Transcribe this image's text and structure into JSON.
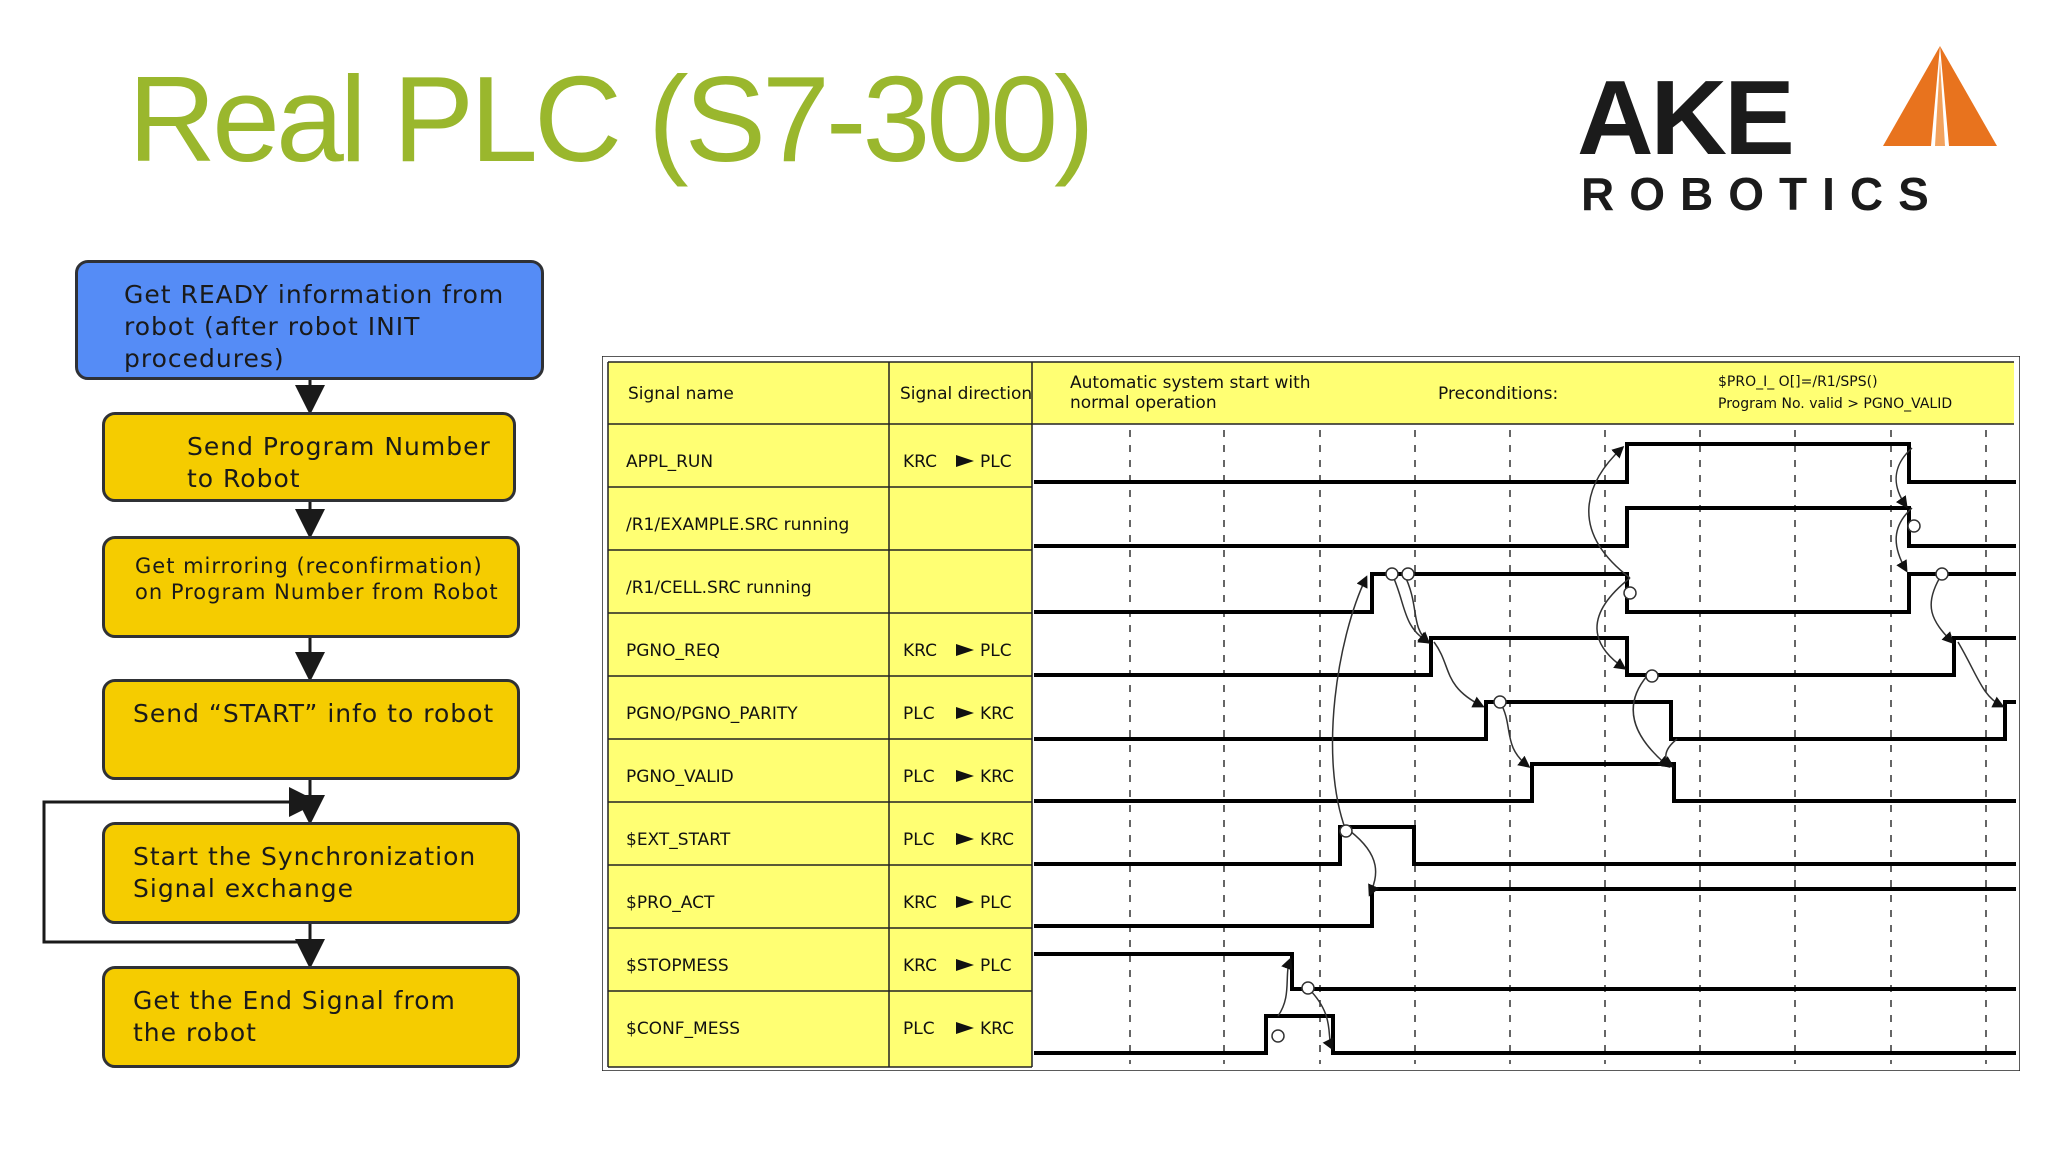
{
  "title": "Real PLC (S7-300)",
  "logo": {
    "line1": "AKE",
    "line2": "ROBOTICS",
    "icon": "orange-triangle-logo-icon"
  },
  "flowchart": {
    "steps": [
      {
        "label": "Get READY information from robot (after robot INIT procedures)",
        "color": "#558cf6"
      },
      {
        "label": "Send Program Number to Robot",
        "color": "#f5cc00"
      },
      {
        "label": "Get mirroring (reconfirmation) on Program Number from Robot",
        "color": "#f5cc00"
      },
      {
        "label": "Send “START” info to robot",
        "color": "#f5cc00"
      },
      {
        "label": "Start the Synchronization Signal exchange",
        "color": "#f5cc00"
      },
      {
        "label": "Get the End Signal from the robot",
        "color": "#f5cc00"
      }
    ]
  },
  "timing": {
    "header": {
      "signal_name": "Signal name",
      "signal_direction": "Signal direction",
      "auto_start_1": "Automatic system start with",
      "auto_start_2": "normal operation",
      "preconditions": "Preconditions:",
      "pro_io": "$PRO_I_ O[]=/R1/SPS()",
      "prog_valid": "Program No. valid > PGNO_VALID"
    },
    "highlight_color": "#ffff73",
    "rows": [
      {
        "name": "APPL_RUN",
        "from": "KRC",
        "to": "PLC"
      },
      {
        "name": "/R1/EXAMPLE.SRC running",
        "from": "",
        "to": ""
      },
      {
        "name": "/R1/CELL.SRC running",
        "from": "",
        "to": ""
      },
      {
        "name": "PGNO_REQ",
        "from": "KRC",
        "to": "PLC"
      },
      {
        "name": "PGNO/PGNO_PARITY",
        "from": "PLC",
        "to": "KRC"
      },
      {
        "name": "PGNO_VALID",
        "from": "PLC",
        "to": "KRC"
      },
      {
        "name": "$EXT_START",
        "from": "PLC",
        "to": "KRC"
      },
      {
        "name": "$PRO_ACT",
        "from": "KRC",
        "to": "PLC"
      },
      {
        "name": "$STOPMESS",
        "from": "KRC",
        "to": "PLC"
      },
      {
        "name": "$CONF_MESS",
        "from": "PLC",
        "to": "KRC"
      }
    ]
  }
}
